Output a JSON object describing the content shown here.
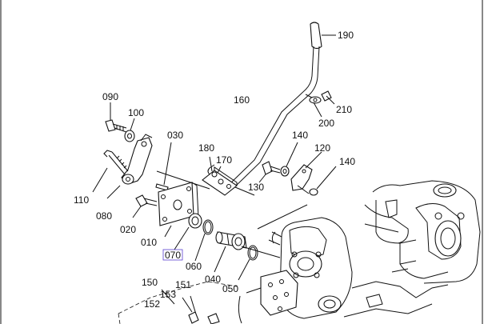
{
  "labels": {
    "p010": "010",
    "p020": "020",
    "p030": "030",
    "p040": "040",
    "p050": "050",
    "p060": "060",
    "p070": "070",
    "p080": "080",
    "p090": "090",
    "p100": "100",
    "p110": "110",
    "p120": "120",
    "p130": "130",
    "p140a": "140",
    "p140b": "140",
    "p150": "150",
    "p151": "151",
    "p152": "152",
    "p153": "153",
    "p160": "160",
    "p170": "170",
    "p180": "180",
    "p190": "190",
    "p200": "200",
    "p210": "210"
  },
  "highlight_color": "#5a3fd0",
  "line_color": "#111111"
}
